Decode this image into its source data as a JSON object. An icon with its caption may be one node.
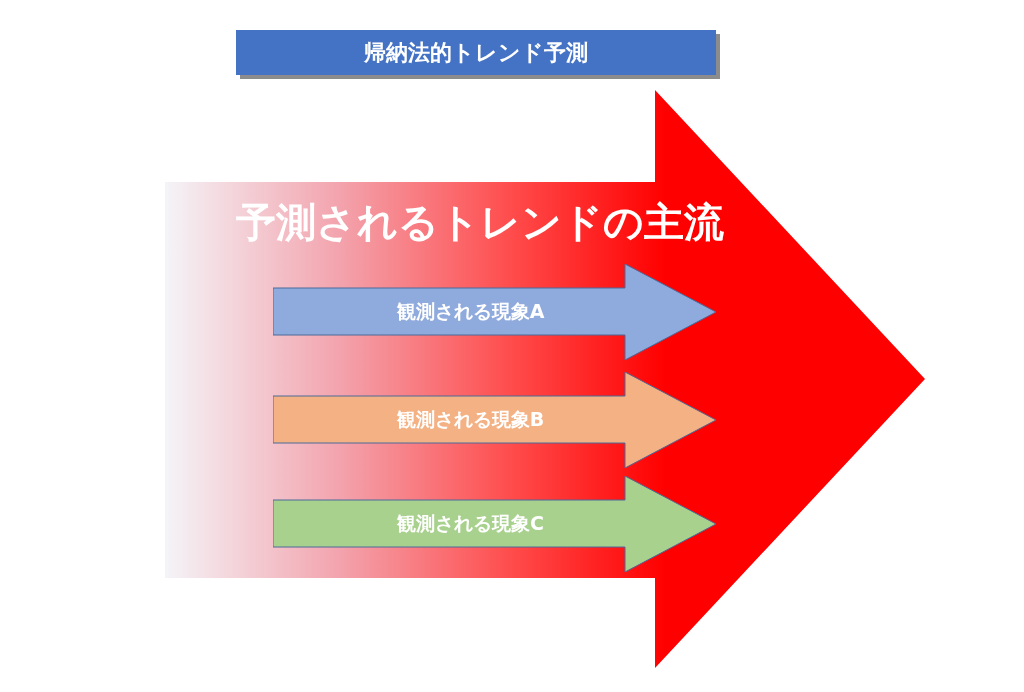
{
  "diagram": {
    "nodes": [
      {
        "text": [
          "帰納法的トレンド予測"
        ]
      },
      {
        "text": [
          "予測されるトレンドの主流"
        ]
      },
      {
        "text": [
          "観測される現象A"
        ],
        "in": 1
      },
      {
        "text": [
          "観測される現象B"
        ],
        "in": 1
      },
      {
        "text": [
          "観測される現象C"
        ],
        "in": 1
      }
    ]
  }
}
